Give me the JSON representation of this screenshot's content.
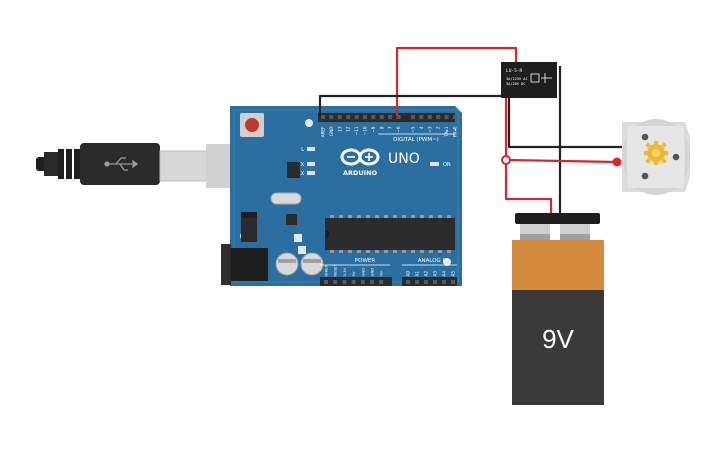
{
  "board": {
    "logo_text": "ARDUINO",
    "model": "UNO",
    "digital_header_label": "DIGITAL (PWM~)",
    "power_label": "POWER",
    "analog_label": "ANALOG IN",
    "led_l": "L",
    "led_tx": "TX",
    "led_rx": "RX",
    "on_label": "ON",
    "digital_pins": [
      "AREF",
      "GND",
      "13",
      "12",
      "~11",
      "~10",
      "~9",
      "8",
      "7",
      "~6",
      "~5",
      "4",
      "~3",
      "2",
      "TX▸1",
      "RX◂0"
    ],
    "power_pins": [
      "IOREF",
      "RESET",
      "3.3V",
      "5V",
      "GND",
      "GND",
      "Vin"
    ],
    "analog_pins": [
      "A0",
      "A1",
      "A2",
      "A3",
      "A4",
      "A5"
    ]
  },
  "relay": {
    "model": "LU-5-R",
    "spec_line1": "3A/125V AC",
    "spec_line2": "3A/28V DC"
  },
  "battery": {
    "label": "9V"
  },
  "colors": {
    "board": "#2a6fa0",
    "wire_red": "#d9262c",
    "wire_black": "#222222",
    "battery_top": "#d58b3e",
    "battery_bottom": "#3a3a3a"
  }
}
